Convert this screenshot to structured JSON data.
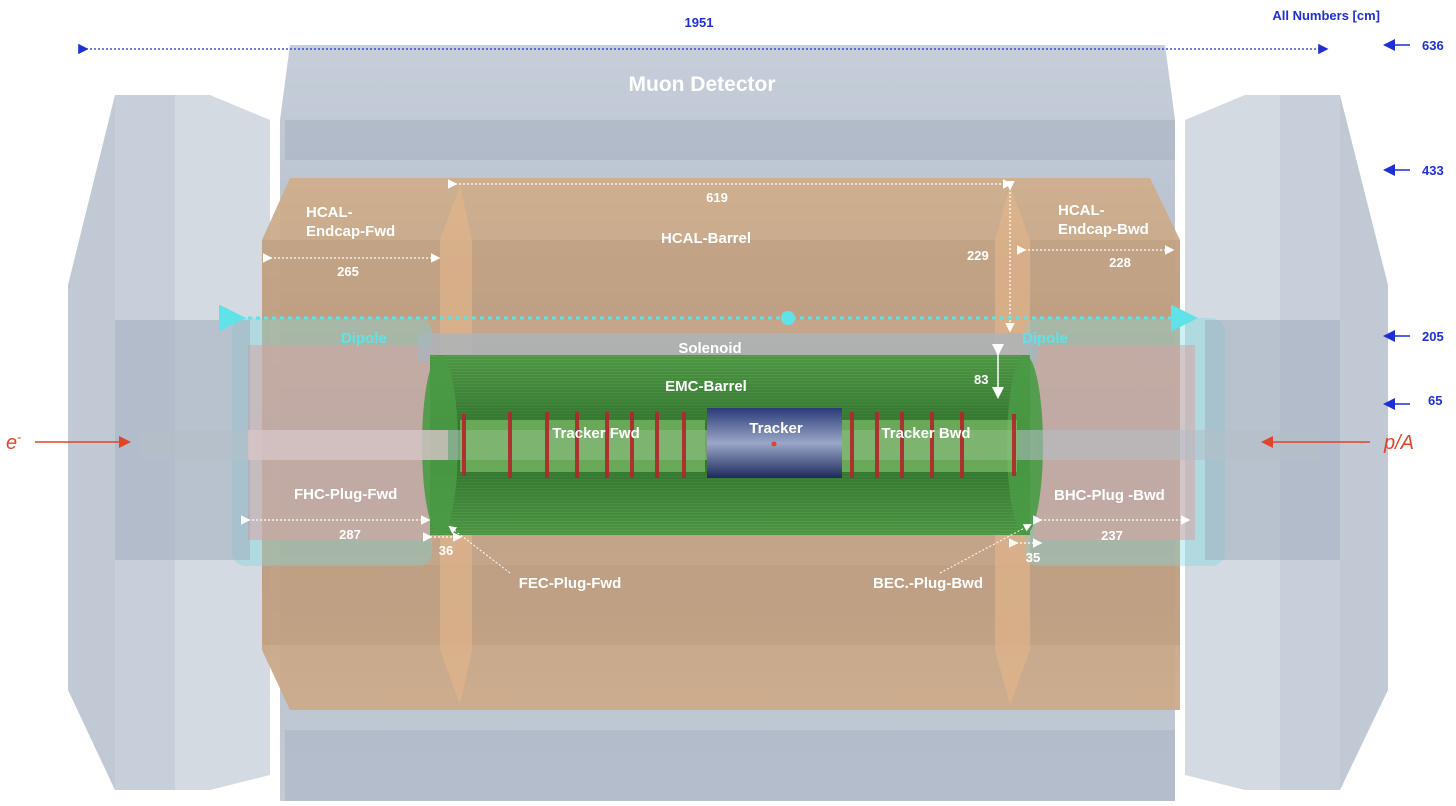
{
  "header": {
    "overall_width": "1951",
    "units_note": "All Numbers [cm]"
  },
  "radial_scale": [
    "636",
    "433",
    "205",
    "65"
  ],
  "beams": {
    "electron": "e",
    "electron_sup": "-",
    "hadron": "p/A"
  },
  "labels": {
    "muon_detector": "Muon Detector",
    "hcal_endcap_fwd_1": "HCAL-",
    "hcal_endcap_fwd_2": "Endcap-Fwd",
    "hcal_barrel": "HCAL-Barrel",
    "hcal_endcap_bwd_1": "HCAL-",
    "hcal_endcap_bwd_2": "Endcap-Bwd",
    "dipole_fwd": "Dipole",
    "dipole_bwd": "Dipole",
    "solenoid": "Solenoid",
    "emc_barrel": "EMC-Barrel",
    "tracker": "Tracker",
    "tracker_fwd": "Tracker Fwd",
    "tracker_bwd": "Tracker Bwd",
    "fhc_plug_fwd": "FHC-Plug-Fwd",
    "bhc_plug_bwd": "BHC-Plug -Bwd",
    "fec_plug_fwd": "FEC-Plug-Fwd",
    "bec_plug_bwd": "BEC.-Plug-Bwd"
  },
  "dimensions": {
    "hcal_barrel_length": "619",
    "hcal_thickness": "229",
    "hcal_endcap_fwd": "265",
    "hcal_endcap_bwd": "228",
    "emc_thickness": "83",
    "fhc_plug_fwd": "287",
    "fec_plug_fwd": "36",
    "bhc_plug_bwd": "237",
    "bec_plug_bwd": "35"
  },
  "colors": {
    "muon": "#b9c3d1",
    "hcal": "#c9a98a",
    "emc": "#3e8a3a",
    "tracker_core": "#1e2d5e",
    "dipole": "#6fd8de",
    "dimension_blue": "#1f2fd6",
    "beam_red": "#e0452a"
  }
}
